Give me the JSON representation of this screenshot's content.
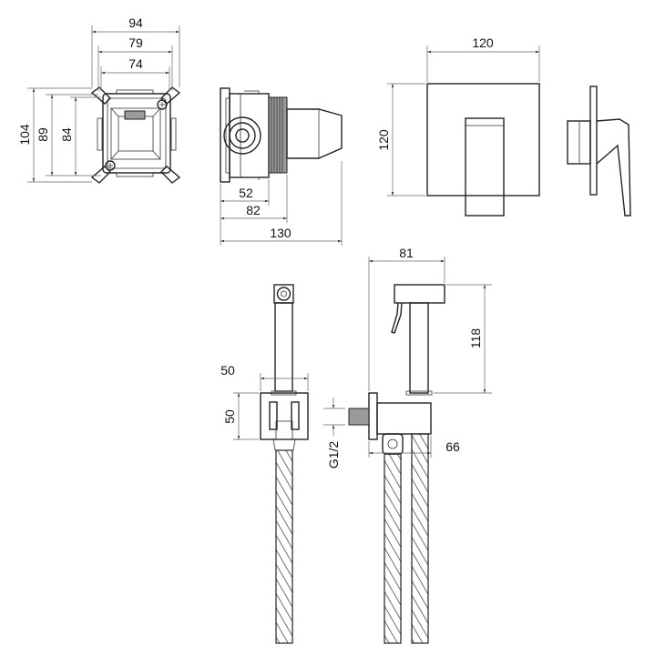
{
  "title": "Technical dimension drawing – concealed hygienic shower set",
  "dimensions": {
    "box_width_outer": "94",
    "box_width_mid": "79",
    "box_width_inner": "74",
    "box_height_outer": "104",
    "box_height_mid": "89",
    "box_height_inner": "84",
    "side_depth_body": "52",
    "side_depth_thread": "82",
    "side_depth_total": "130",
    "plate_width": "120",
    "plate_height": "120",
    "holder_width": "50",
    "holder_height": "50",
    "handset_reach": "81",
    "handset_height": "118",
    "elbow_depth": "66",
    "thread_size": "G1/2"
  }
}
